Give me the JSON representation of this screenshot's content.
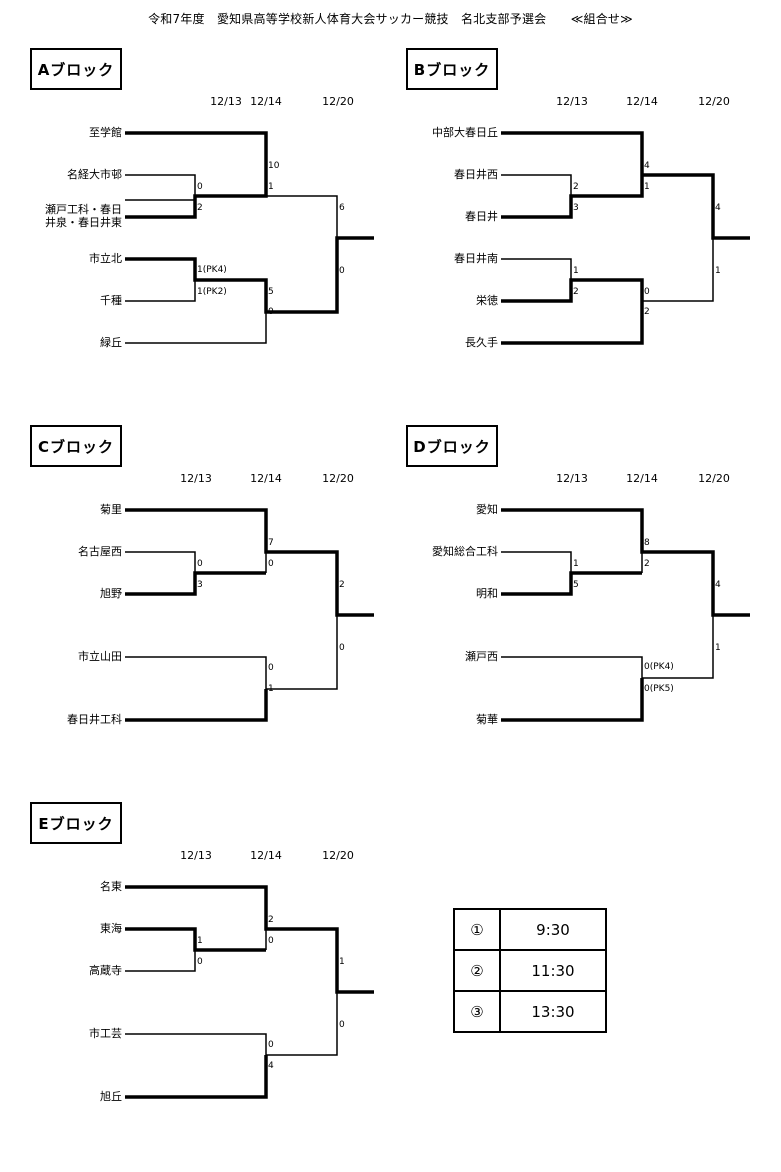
{
  "title": "令和7年度　愛知県高等学校新人体育大会サッカー競技　名北支部予選会　　≪組合せ≫",
  "dates": [
    "12/13",
    "12/14",
    "12/20"
  ],
  "blocks": [
    {
      "label": "Aブロック",
      "teams": [
        "至学館",
        "名経大市邨",
        "瀬戸工科・春日\n井泉・春日井東",
        "市立北",
        "千種",
        "緑丘"
      ],
      "r1a": {
        "top": "0",
        "bottom": "2"
      },
      "r1b": {
        "top": "1(PK4)",
        "bottom": "1(PK2)"
      },
      "r2a": {
        "top": "10",
        "bottom": "1"
      },
      "r2b": {
        "top": "5",
        "bottom": "0"
      },
      "final": {
        "top": "6",
        "bottom": "0"
      }
    },
    {
      "label": "Bブロック",
      "teams": [
        "中部大春日丘",
        "春日井西",
        "春日井",
        "春日井南",
        "栄徳",
        "長久手"
      ],
      "r1a": {
        "top": "2",
        "bottom": "3"
      },
      "r1b": {
        "top": "1",
        "bottom": "2"
      },
      "r2a": {
        "top": "4",
        "bottom": "1"
      },
      "r2b": {
        "top": "0",
        "bottom": "2"
      },
      "final": {
        "top": "4",
        "bottom": "1"
      }
    },
    {
      "label": "Cブロック",
      "teams": [
        "菊里",
        "名古屋西",
        "旭野",
        "市立山田",
        "春日井工科"
      ],
      "r1a": {
        "top": "0",
        "bottom": "3"
      },
      "r2a": {
        "top": "7",
        "bottom": "0"
      },
      "r2b": {
        "top": "0",
        "bottom": "1"
      },
      "final": {
        "top": "2",
        "bottom": "0"
      }
    },
    {
      "label": "Dブロック",
      "teams": [
        "愛知",
        "愛知総合工科",
        "明和",
        "瀬戸西",
        "菊華"
      ],
      "r1a": {
        "top": "1",
        "bottom": "5"
      },
      "r2a": {
        "top": "8",
        "bottom": "2"
      },
      "r2b": {
        "top": "0(PK4)",
        "bottom": "0(PK5)"
      },
      "final": {
        "top": "4",
        "bottom": "1"
      }
    },
    {
      "label": "Eブロック",
      "teams": [
        "名東",
        "東海",
        "高蔵寺",
        "市工芸",
        "旭丘"
      ],
      "r1a": {
        "top": "1",
        "bottom": "0"
      },
      "r2a": {
        "top": "2",
        "bottom": "0"
      },
      "r2b": {
        "top": "0",
        "bottom": "4"
      },
      "final": {
        "top": "1",
        "bottom": "0"
      }
    }
  ],
  "schedule": [
    {
      "slot": "①",
      "time": "9:30"
    },
    {
      "slot": "②",
      "time": "11:30"
    },
    {
      "slot": "③",
      "time": "13:30"
    }
  ]
}
